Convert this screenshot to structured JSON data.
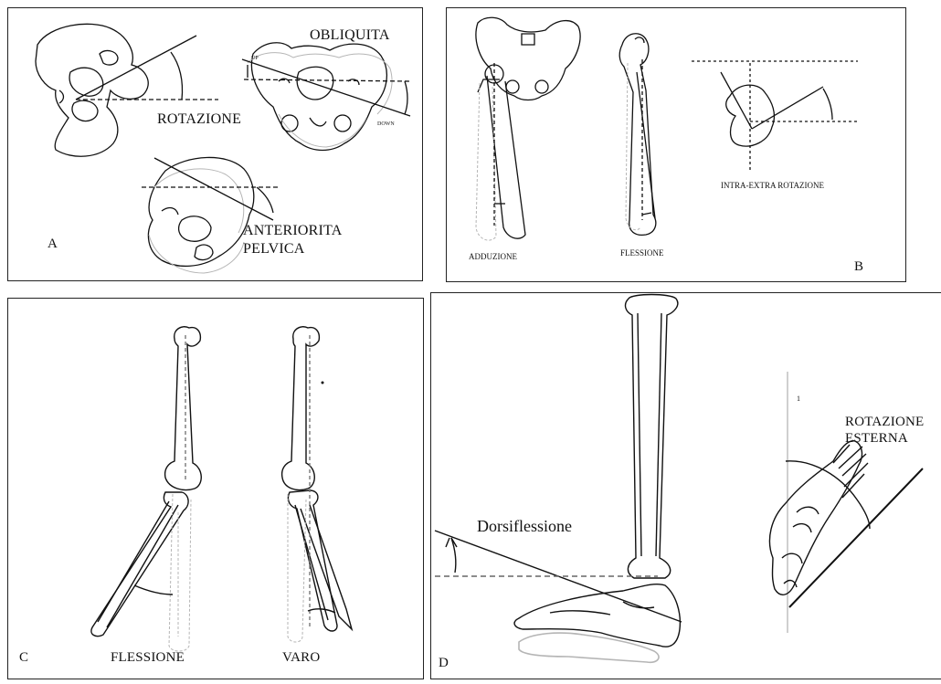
{
  "panels": {
    "a": {
      "letter": "A",
      "rotazione": "ROTAZIONE",
      "obliquita": "OBLIQUITA",
      "anteriorita_line1": "ANTERIORITA",
      "anteriorita_line2": "PELVICA",
      "tick_up": "UP",
      "tick_down": "DOWN"
    },
    "b": {
      "letter": "B",
      "adduzione": "ADDUZIONE",
      "flessione": "FLESSIONE",
      "intra_extra": "INTRA-EXTRA ROTAZIONE"
    },
    "c": {
      "letter": "C",
      "flessione": "FLESSIONE",
      "varo": "VARO"
    },
    "d": {
      "letter": "D",
      "dorsiflessione": "Dorsiflessione",
      "rotazione_line1": "ROTAZIONE",
      "rotazione_line2": "ESTERNA",
      "tick_mark": "1"
    }
  },
  "colors": {
    "ink": "#111111",
    "ghost": "#b5b5b5",
    "border": "#222222"
  }
}
